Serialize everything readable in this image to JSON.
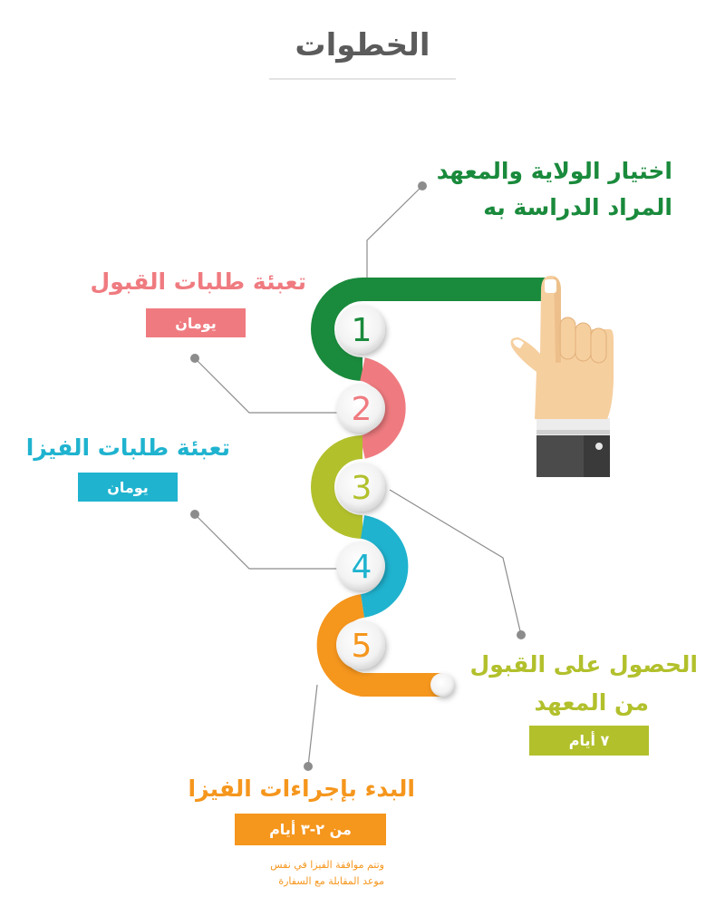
{
  "title": "الخطوات",
  "colors": {
    "green": "#1a8a3c",
    "pink": "#ef7b80",
    "olive": "#b2c02c",
    "cyan": "#1fb3cf",
    "orange": "#f5961d",
    "gray_text": "#5b5b5b"
  },
  "steps": [
    {
      "number": "1",
      "heading_line1": "اختيار الولاية والمعهد",
      "heading_line2": "المراد الدراسة به"
    },
    {
      "number": "2",
      "heading": "تعبئة طلبات القبول",
      "duration": "يومان"
    },
    {
      "number": "3",
      "heading_line1": "الحصول على القبول",
      "heading_line2": "من المعهد",
      "duration": "٧ أيام"
    },
    {
      "number": "4",
      "heading": "تعبئة طلبات الفيزا",
      "duration": "يومان"
    },
    {
      "number": "5",
      "heading": "البدء بإجراءات الفيزا",
      "duration": "من ٢-٣ أيام",
      "note_line1": "وتتم موافقة الفيزا في نفس",
      "note_line2": "موعد المقابلة مع السفارة"
    }
  ],
  "icons": {
    "pointer": "pointing-hand-icon"
  }
}
